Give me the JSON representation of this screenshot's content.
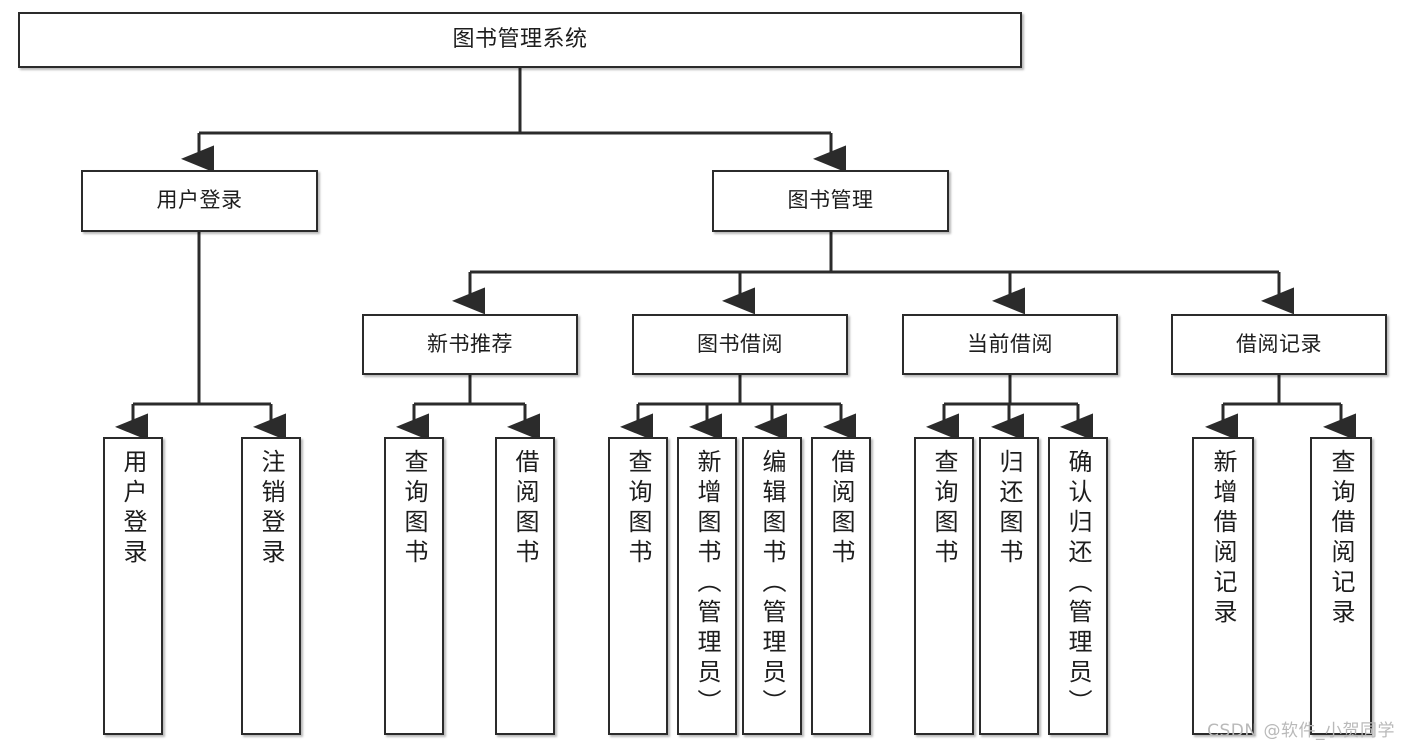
{
  "diagram": {
    "type": "tree",
    "title": "图书管理系统",
    "watermark": "CSDN @软件_小贺同学",
    "line_color": "#2b2b2b",
    "box_fill": "#ffffff",
    "text_color": "#1d1d1d",
    "nodes": {
      "root": {
        "label": "图书管理系统"
      },
      "level2": [
        {
          "id": "user-login",
          "label": "用户登录"
        },
        {
          "id": "book-manage",
          "label": "图书管理"
        }
      ],
      "level3": [
        {
          "id": "new-book-rec",
          "label": "新书推荐",
          "parent": "book-manage"
        },
        {
          "id": "book-borrow",
          "label": "图书借阅",
          "parent": "book-manage"
        },
        {
          "id": "current-borrow",
          "label": "当前借阅",
          "parent": "book-manage"
        },
        {
          "id": "borrow-record",
          "label": "借阅记录",
          "parent": "book-manage"
        }
      ],
      "leaves": {
        "user-login": [
          {
            "id": "leaf-user-login",
            "label": "用户登录"
          },
          {
            "id": "leaf-user-logout",
            "label": "注销登录"
          }
        ],
        "new-book-rec": [
          {
            "id": "leaf-query-book-1",
            "label": "查询图书"
          },
          {
            "id": "leaf-borrow-book-1",
            "label": "借阅图书"
          }
        ],
        "book-borrow": [
          {
            "id": "leaf-query-book-2",
            "label": "查询图书"
          },
          {
            "id": "leaf-add-book",
            "label": "新增图书（管理员）"
          },
          {
            "id": "leaf-edit-book",
            "label": "编辑图书（管理员）"
          },
          {
            "id": "leaf-borrow-book-2",
            "label": "借阅图书"
          }
        ],
        "current-borrow": [
          {
            "id": "leaf-query-book-3",
            "label": "查询图书"
          },
          {
            "id": "leaf-return-book",
            "label": "归还图书"
          },
          {
            "id": "leaf-confirm-return",
            "label": "确认归还（管理员）"
          }
        ],
        "borrow-record": [
          {
            "id": "leaf-add-record",
            "label": "新增借阅记录"
          },
          {
            "id": "leaf-query-record",
            "label": "查询借阅记录"
          }
        ]
      }
    }
  }
}
